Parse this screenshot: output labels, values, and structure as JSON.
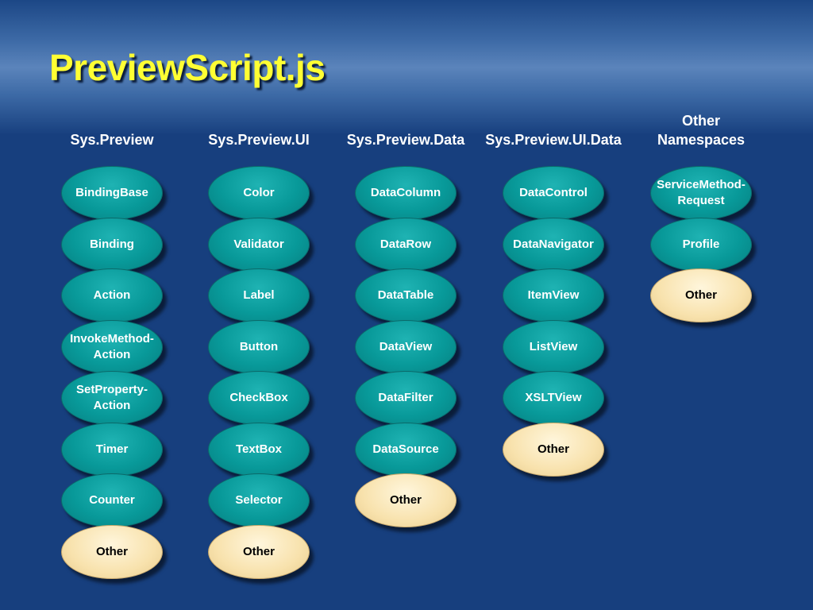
{
  "title": "PreviewScript.js",
  "colors": {
    "background": "#173f7e",
    "title": "#ffff33",
    "node_primary": "#089999",
    "node_other": "#f8e2ad"
  },
  "columns": [
    {
      "header": "Sys.Preview",
      "items": [
        {
          "label": "BindingBase",
          "kind": "class"
        },
        {
          "label": "Binding",
          "kind": "class"
        },
        {
          "label": "Action",
          "kind": "class"
        },
        {
          "label": "InvokeMethod-\nAction",
          "kind": "class"
        },
        {
          "label": "SetProperty-\nAction",
          "kind": "class"
        },
        {
          "label": "Timer",
          "kind": "class"
        },
        {
          "label": "Counter",
          "kind": "class"
        },
        {
          "label": "Other",
          "kind": "other"
        }
      ]
    },
    {
      "header": "Sys.Preview.UI",
      "items": [
        {
          "label": "Color",
          "kind": "class"
        },
        {
          "label": "Validator",
          "kind": "class"
        },
        {
          "label": "Label",
          "kind": "class"
        },
        {
          "label": "Button",
          "kind": "class"
        },
        {
          "label": "CheckBox",
          "kind": "class"
        },
        {
          "label": "TextBox",
          "kind": "class"
        },
        {
          "label": "Selector",
          "kind": "class"
        },
        {
          "label": "Other",
          "kind": "other"
        }
      ]
    },
    {
      "header": "Sys.Preview.Data",
      "items": [
        {
          "label": "DataColumn",
          "kind": "class"
        },
        {
          "label": "DataRow",
          "kind": "class"
        },
        {
          "label": "DataTable",
          "kind": "class"
        },
        {
          "label": "DataView",
          "kind": "class"
        },
        {
          "label": "DataFilter",
          "kind": "class"
        },
        {
          "label": "DataSource",
          "kind": "class"
        },
        {
          "label": "Other",
          "kind": "other"
        }
      ]
    },
    {
      "header": "Sys.Preview.UI.Data",
      "items": [
        {
          "label": "DataControl",
          "kind": "class"
        },
        {
          "label": "DataNavigator",
          "kind": "class"
        },
        {
          "label": "ItemView",
          "kind": "class"
        },
        {
          "label": "ListView",
          "kind": "class"
        },
        {
          "label": "XSLTView",
          "kind": "class"
        },
        {
          "label": "Other",
          "kind": "other"
        }
      ]
    },
    {
      "header": "Other\nNamespaces",
      "items": [
        {
          "label": "ServiceMethod-\nRequest",
          "kind": "class"
        },
        {
          "label": "Profile",
          "kind": "class"
        },
        {
          "label": "Other",
          "kind": "other"
        }
      ]
    }
  ]
}
